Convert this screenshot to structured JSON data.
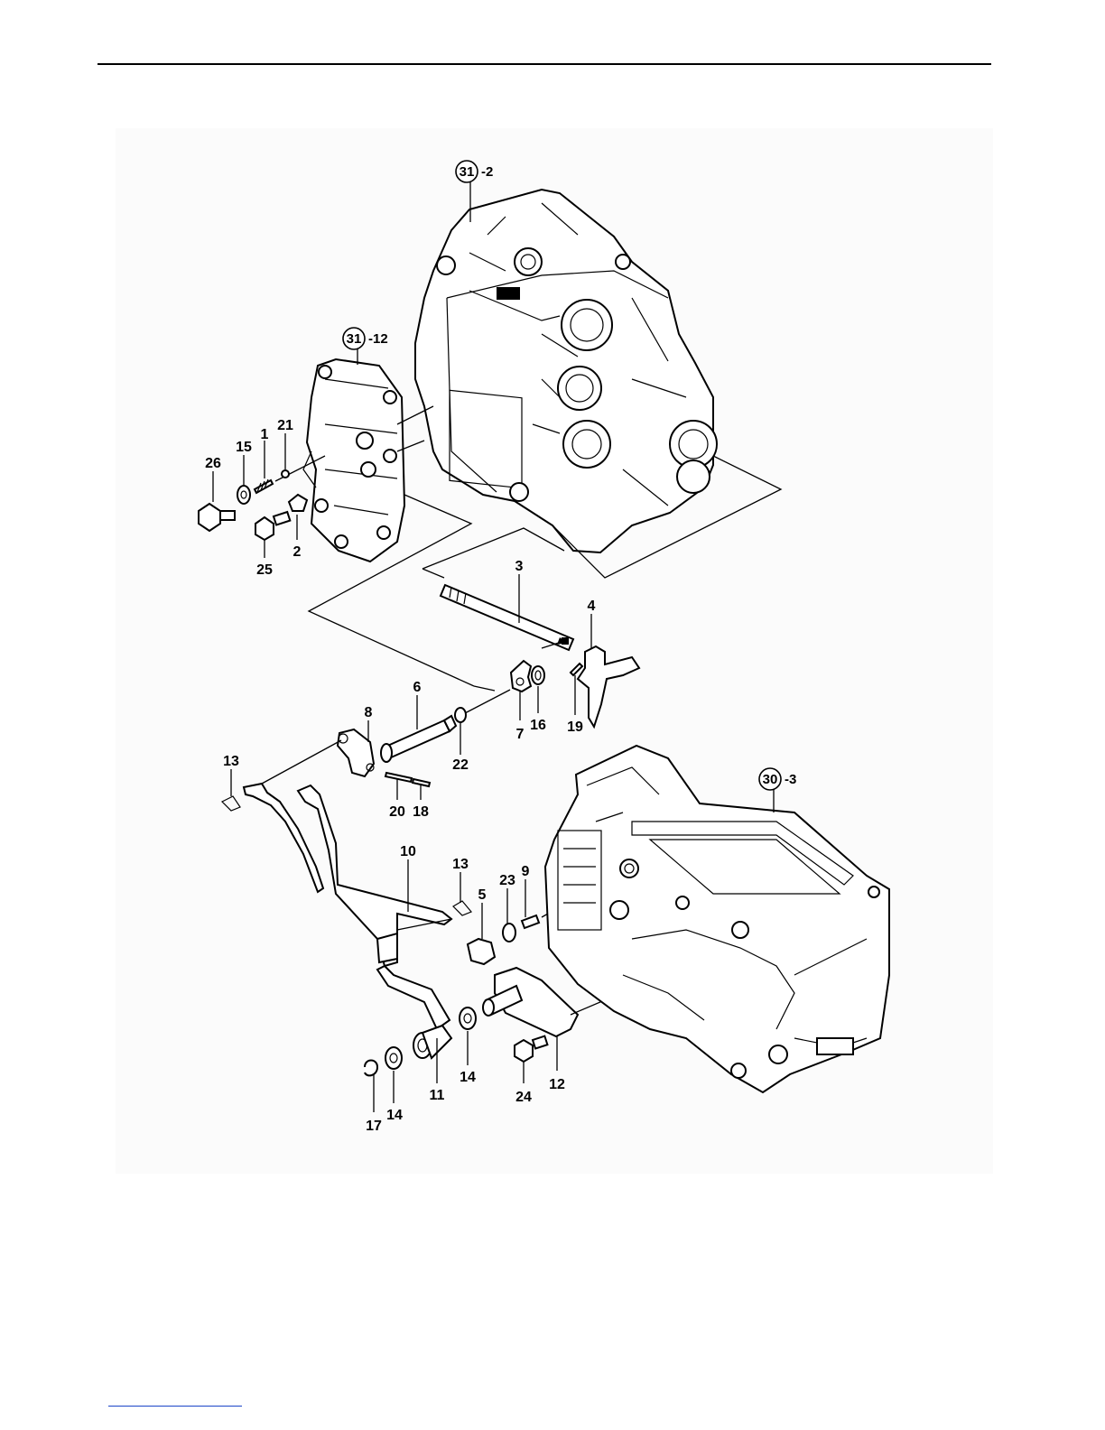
{
  "callouts": [
    {
      "num": "1"
    },
    {
      "num": "2"
    },
    {
      "num": "3"
    },
    {
      "num": "4"
    },
    {
      "num": "5"
    },
    {
      "num": "6"
    },
    {
      "num": "7"
    },
    {
      "num": "8"
    },
    {
      "num": "9"
    },
    {
      "num": "10"
    },
    {
      "num": "11"
    },
    {
      "num": "12"
    },
    {
      "num": "13"
    },
    {
      "num": "13"
    },
    {
      "num": "14"
    },
    {
      "num": "14"
    },
    {
      "num": "15"
    },
    {
      "num": "16"
    },
    {
      "num": "17"
    },
    {
      "num": "18"
    },
    {
      "num": "19"
    },
    {
      "num": "20"
    },
    {
      "num": "21"
    },
    {
      "num": "22"
    },
    {
      "num": "23"
    },
    {
      "num": "24"
    },
    {
      "num": "25"
    },
    {
      "num": "26"
    }
  ],
  "refs": [
    {
      "circle": "31",
      "suffix": "-2"
    },
    {
      "circle": "31",
      "suffix": "-12"
    },
    {
      "circle": "30",
      "suffix": "-3"
    }
  ]
}
